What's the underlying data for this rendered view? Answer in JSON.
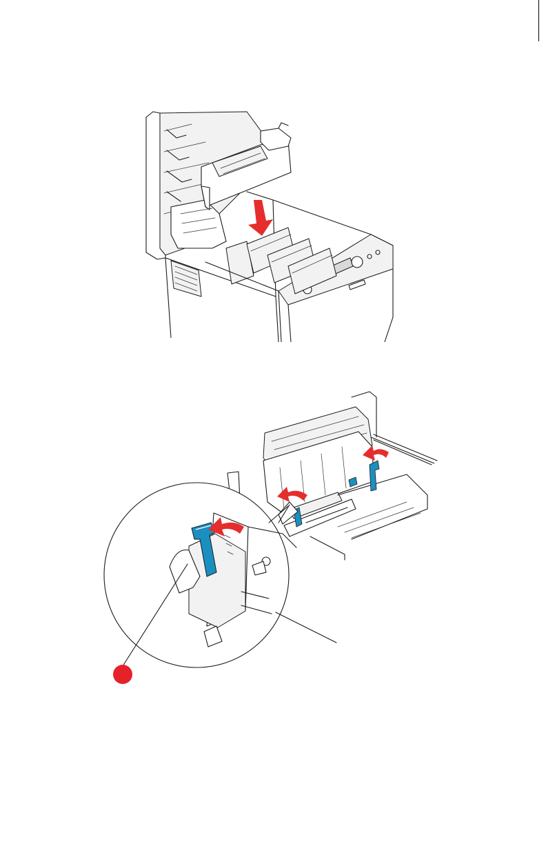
{
  "page": {
    "background": "#ffffff"
  },
  "colors": {
    "arrow_red": "#e52d2d",
    "lever_blue": "#1b8fc0",
    "callout_red": "#e5222a",
    "line": "#1a1a1a"
  },
  "figures": [
    {
      "id": "fuser-insert",
      "icons": [
        "printer-open-top-cover",
        "fuser-unit",
        "down-arrow"
      ]
    },
    {
      "id": "fuser-lock",
      "icons": [
        "fuser-installed",
        "lock-lever-left",
        "lock-lever-right",
        "lock-arrow",
        "magnifier-callout",
        "callout-marker"
      ]
    }
  ]
}
